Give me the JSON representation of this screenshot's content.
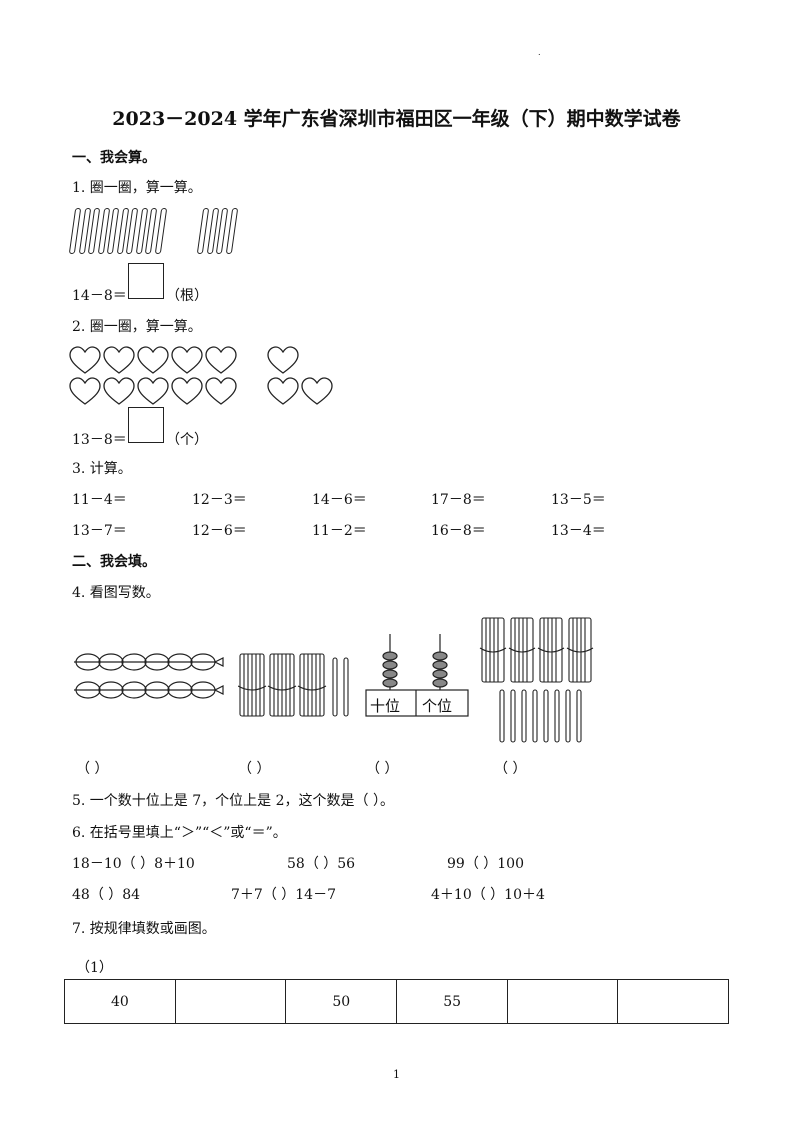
{
  "title": "2023－2024 学年广东省深圳市福田区一年级（下）期中数学试卷",
  "top_mark": ".",
  "section1": {
    "heading": "一、我会算。"
  },
  "q1": {
    "prompt": "1. 圈一圈，算一算。",
    "equation": "14－8＝",
    "unit": "（根）"
  },
  "q2": {
    "prompt": "2. 圈一圈，算一算。",
    "equation": "13－8＝",
    "unit": "（个）"
  },
  "q3": {
    "prompt": "3. 计算。",
    "row1": [
      "11－4＝",
      "12－3＝",
      "14－6＝",
      "17－8＝",
      "13－5＝"
    ],
    "row2": [
      "13－7＝",
      "12－6＝",
      "11－2＝",
      "16－8＝",
      "13－4＝"
    ]
  },
  "section2": {
    "heading": "二、我会填。"
  },
  "q4": {
    "prompt": "4. 看图写数。",
    "abacus_labels": [
      "十位",
      "个位"
    ],
    "blanks": [
      "（            ）",
      "（            ）",
      "（            ）",
      "（            ）"
    ]
  },
  "q5": {
    "text": "5. 一个数十位上是 7，个位上是 2，这个数是（          ）。"
  },
  "q6": {
    "prompt": "6. 在括号里填上“＞”“＜”或“＝”。",
    "row1": [
      "18－10（            ）8＋10",
      "58（            ）56",
      "99（            ）100"
    ],
    "row2": [
      "48（            ）84",
      "7＋7（            ）14－7",
      "4＋10（            ）10＋4"
    ]
  },
  "q7": {
    "prompt": "7. 按规律填数或画图。",
    "sub": "（1）",
    "cells": [
      "40",
      "",
      "50",
      "55",
      "",
      ""
    ]
  },
  "footer": {
    "page_number": "1"
  }
}
